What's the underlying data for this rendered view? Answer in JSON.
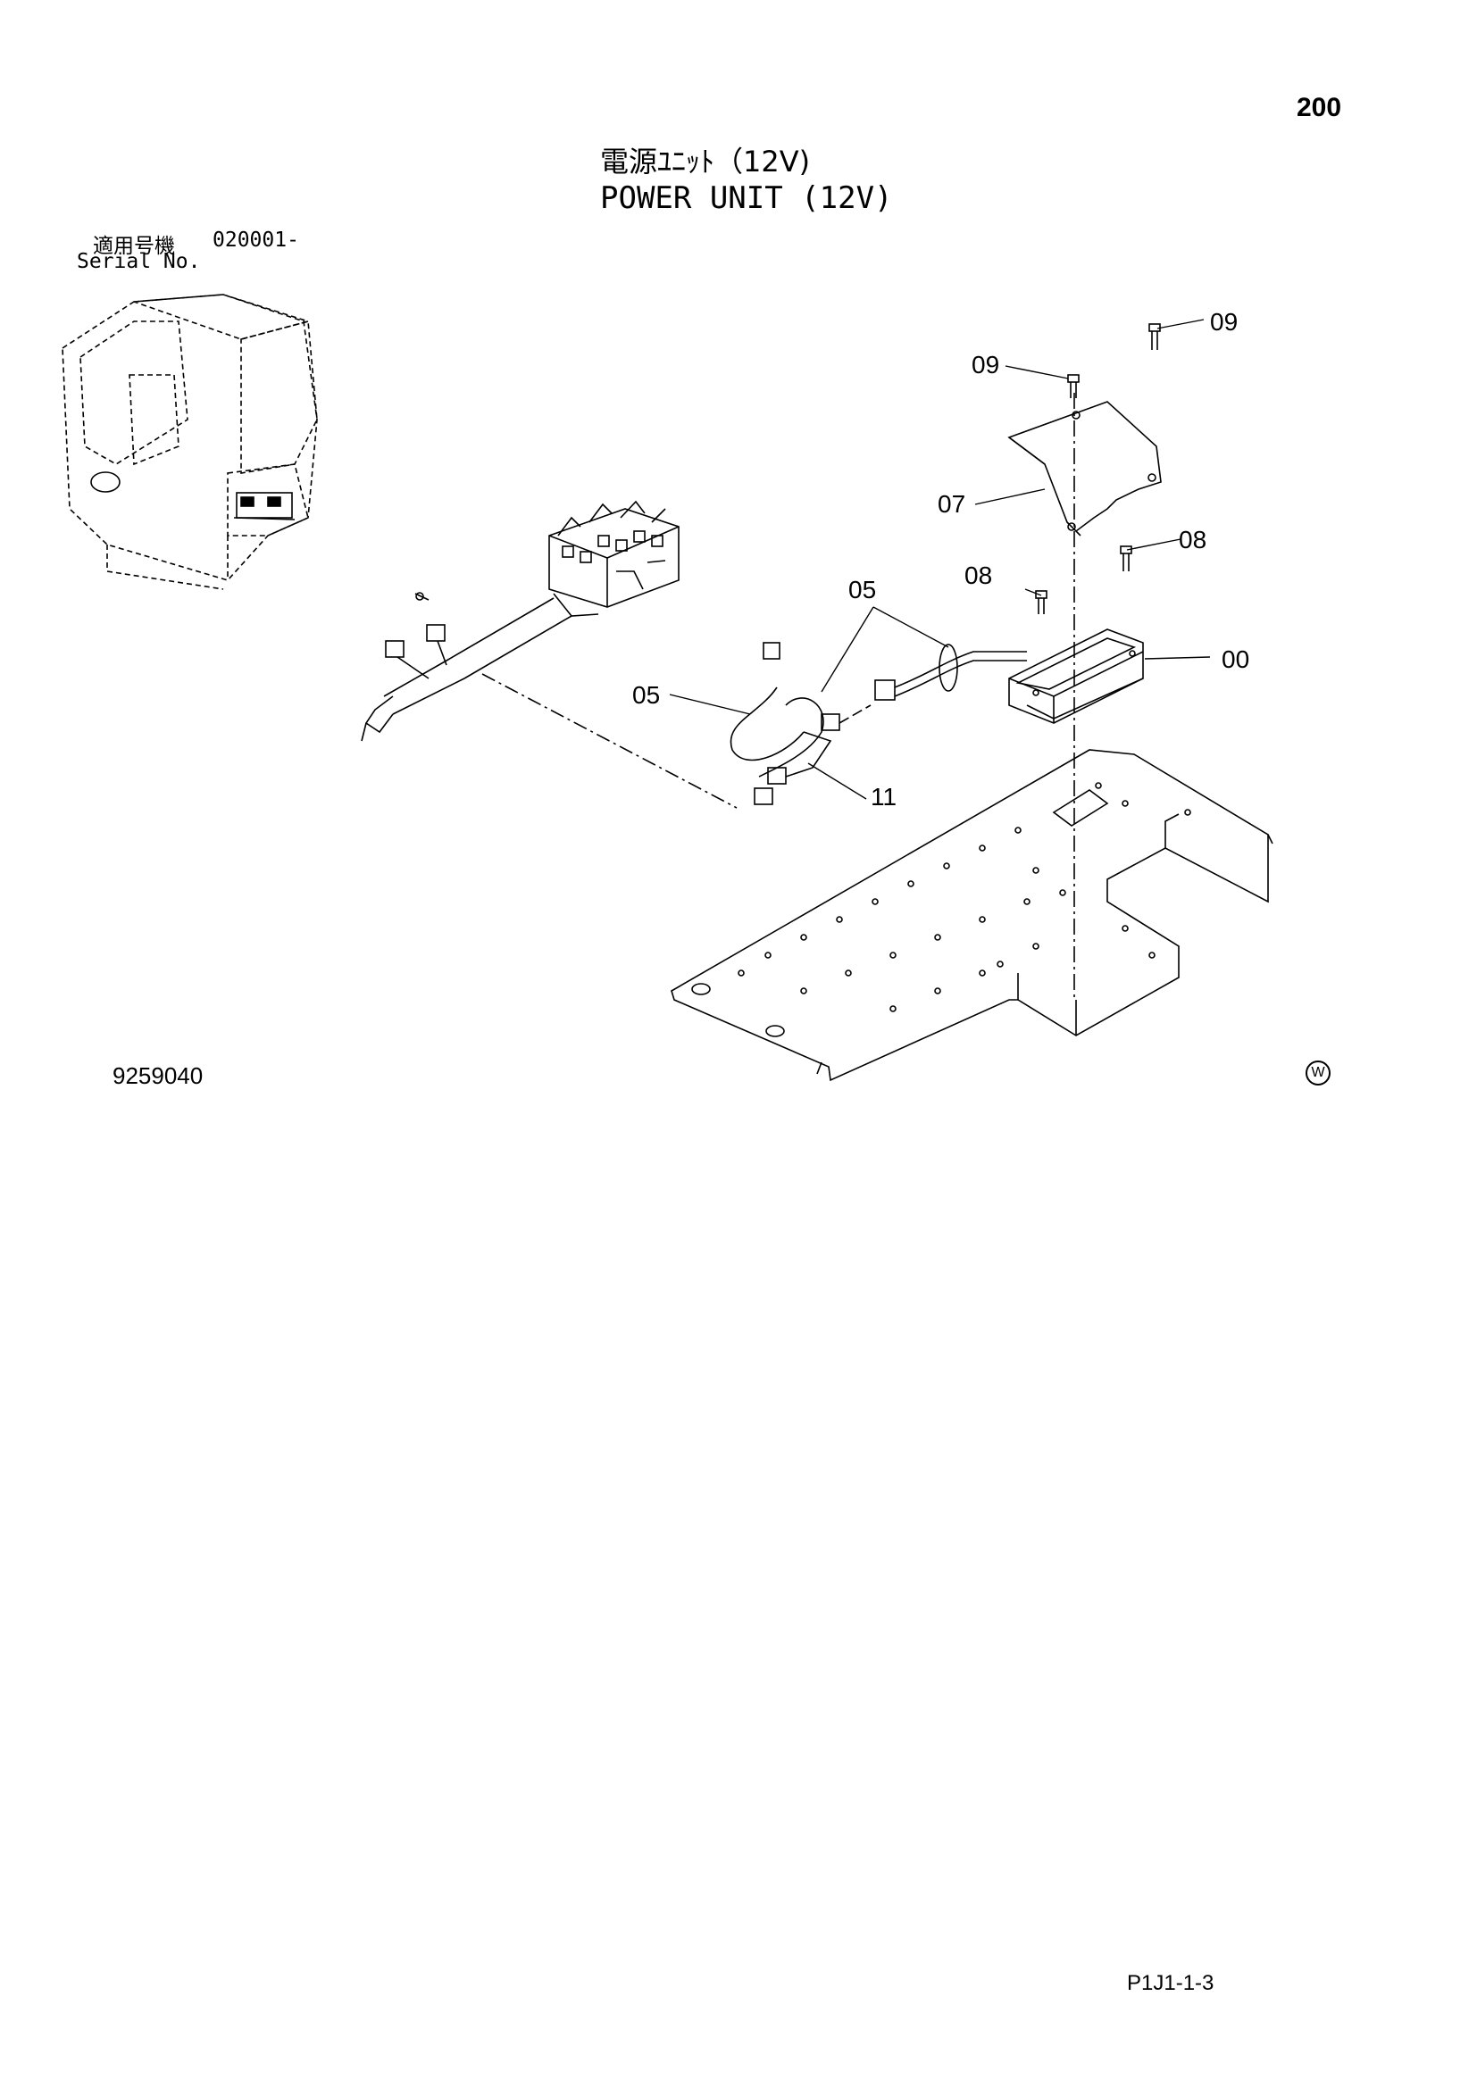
{
  "page_number": "200",
  "title_ja": "電源ﾕﾆｯﾄ（12V)",
  "title_en": "POWER UNIT (12V)",
  "serial_label_ja": "適用号機",
  "serial_value": "020001-",
  "serial_label_en": "Serial No.",
  "drawing_number": "9259040",
  "watermark_symbol": "W",
  "page_code": "P1J1-1-3",
  "callouts": {
    "c09_top": "09",
    "c09_left": "09",
    "c07": "07",
    "c08_right": "08",
    "c08_left": "08",
    "c05_top": "05",
    "c05_left": "05",
    "c00": "00",
    "c11": "11"
  }
}
